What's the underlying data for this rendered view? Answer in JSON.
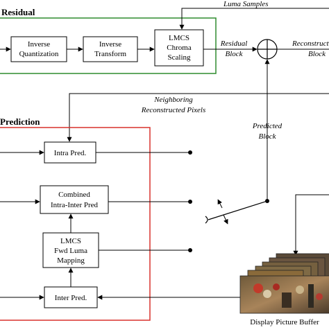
{
  "sections": {
    "residual": "Residual",
    "prediction": "Prediction"
  },
  "blocks": {
    "inverse_quantization": [
      "Inverse",
      "Quantization"
    ],
    "inverse_transform": [
      "Inverse",
      "Transform"
    ],
    "lmcs_chroma_scaling": [
      "LMCS",
      "Chroma",
      "Scaling"
    ],
    "intra_pred": [
      "Intra Pred."
    ],
    "combined_pred": [
      "Combined",
      "Intra-Inter Pred"
    ],
    "lmcs_fwd_luma": [
      "LMCS",
      "Fwd Luma",
      "Mapping"
    ],
    "inter_pred": [
      "Inter Pred."
    ]
  },
  "signals": {
    "luma_samples": "Luma Samples",
    "residual_block": [
      "Residual",
      "Block"
    ],
    "reconstructed_block": [
      "Reconstructed",
      "Block"
    ],
    "neighboring_pixels": [
      "Neighboring",
      "Reconstructed Pixels"
    ],
    "predicted_block": [
      "Predicted",
      "Block"
    ]
  },
  "buffer_caption": "Display Picture Buffer",
  "colors": {
    "residual_border": "#2e8b2e",
    "prediction_border": "#d9302c",
    "buffer_photo": "#8a6a3a"
  }
}
